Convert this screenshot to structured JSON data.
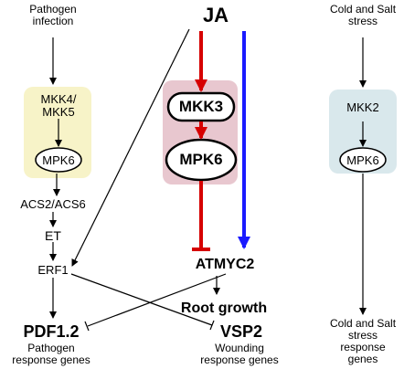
{
  "left": {
    "trigger_line1": "Pathogen",
    "trigger_line2": "infection",
    "kinase_line1": "MKK4/",
    "kinase_line2": "MKK5",
    "mapk": "MPK6",
    "acs": "ACS2/ACS6",
    "et": "ET",
    "erf": "ERF1",
    "output_gene": "PDF1.2",
    "output_line1": "Pathogen",
    "output_line2": "response genes"
  },
  "center": {
    "hormone": "JA",
    "mkk": "MKK3",
    "mpk": "MPK6",
    "tf": "ATMYC2",
    "root": "Root growth",
    "output_gene": "VSP2",
    "output_line1": "Wounding",
    "output_line2": "response genes"
  },
  "right": {
    "trigger_line1": "Cold and Salt",
    "trigger_line2": "stress",
    "kinase": "MKK2",
    "mapk": "MPK6",
    "output_line1": "Cold and Salt",
    "output_line2": "stress",
    "output_line3": "response",
    "output_line4": "genes"
  },
  "colors": {
    "left_box": "#f7f3c8",
    "center_box": "#e8c7cf",
    "right_box": "#d9e8ec",
    "red_arrow": "#d60000",
    "blue_arrow": "#1a1aff"
  }
}
